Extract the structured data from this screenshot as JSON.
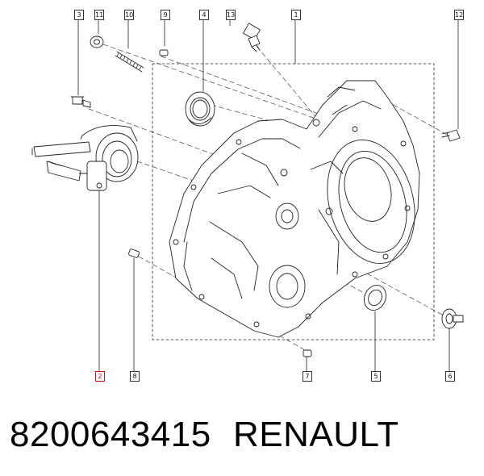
{
  "diagram": {
    "callouts": [
      {
        "id": "c3",
        "label": "3"
      },
      {
        "id": "c11",
        "label": "11"
      },
      {
        "id": "c10",
        "label": "10"
      },
      {
        "id": "c9",
        "label": "9"
      },
      {
        "id": "c4",
        "label": "4"
      },
      {
        "id": "c13",
        "label": "13"
      },
      {
        "id": "c1",
        "label": "1"
      },
      {
        "id": "c12",
        "label": "12"
      },
      {
        "id": "c2",
        "label": "2",
        "highlighted": true
      },
      {
        "id": "c8",
        "label": "8"
      },
      {
        "id": "c7",
        "label": "7"
      },
      {
        "id": "c5",
        "label": "5"
      },
      {
        "id": "c6",
        "label": "6"
      }
    ],
    "highlight_color": "#d01010"
  },
  "caption": {
    "part_number": "8200643415",
    "brand": "RENAULT"
  }
}
